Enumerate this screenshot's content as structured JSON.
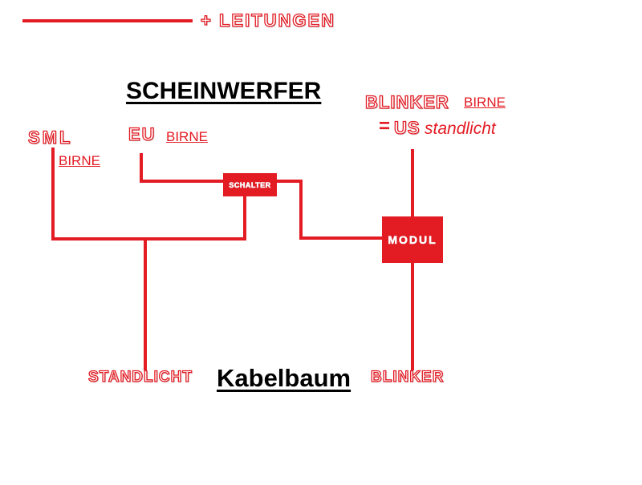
{
  "legend": {
    "label": "+ LEITUNGEN"
  },
  "headlamp": {
    "title": "SCHEINWERFER"
  },
  "lamps": {
    "sml": {
      "name": "SML",
      "bulb": "BIRNE"
    },
    "eu": {
      "name": "EU",
      "bulb": "BIRNE"
    },
    "blinker": {
      "name": "BLINKER",
      "bulb": "BIRNE",
      "equals": "=",
      "us": "US",
      "us_note": "standlicht"
    }
  },
  "components": {
    "switch": "SCHALTER",
    "module": "MODUL"
  },
  "harness": {
    "title": "Kabelbaum",
    "left_label": "STANDLICHT",
    "right_label": "BLINKER"
  },
  "colors": {
    "wire": "#e31b23",
    "text": "#000000",
    "background": "#ffffff"
  }
}
